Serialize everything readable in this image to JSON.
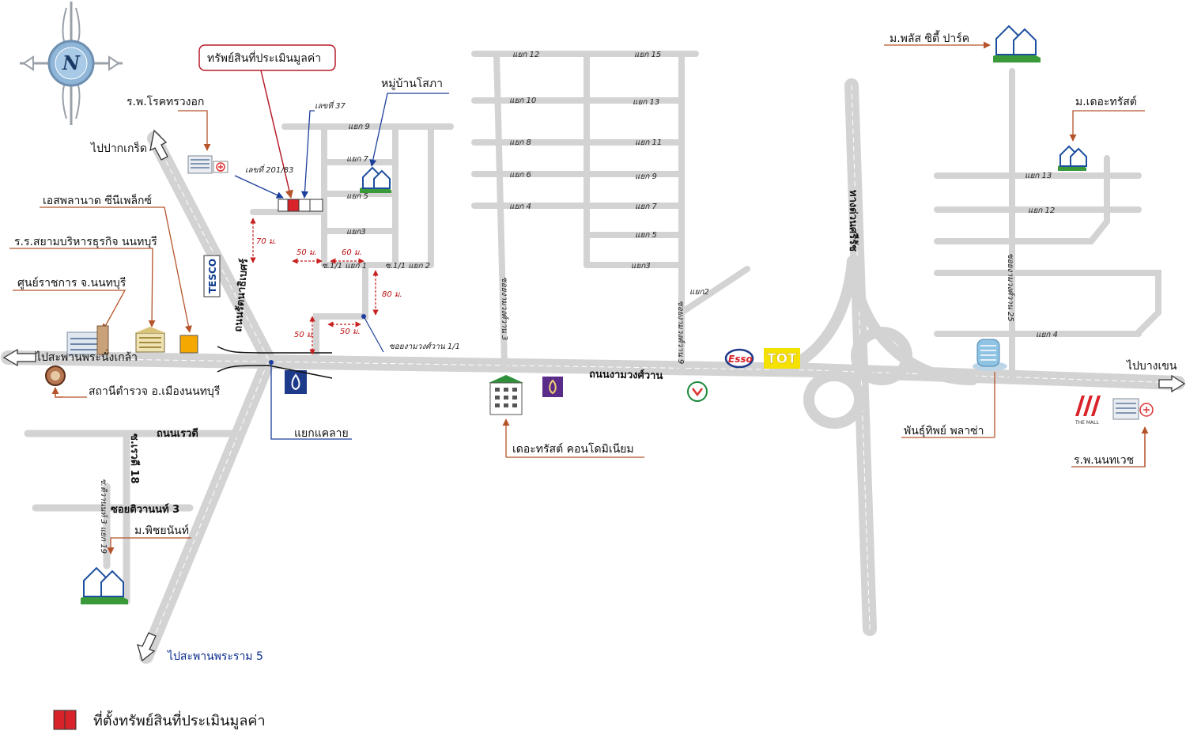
{
  "compass": {
    "letter": "N"
  },
  "subject": {
    "label": "ทรัพย์สินที่ประเมินมูลค่า",
    "house_no_37": "เลขที่ 37",
    "house_no_201": "เลขที่ 201/83"
  },
  "poi": {
    "hospital_chest": "ร.พ.โรคทรวงอก",
    "to_pakkret": "ไปปากเกร็ด",
    "splanade": "เอสพลานาด ซีนีเพล็กซ์",
    "siam_school": "ร.ร.สยามบริหารธุรกิจ นนทบุรี",
    "gov_center": "ศูนย์ราชการ จ.นนทบุรี",
    "to_phra_nangklao": "ไปสะพานพระนั่งเกล้า",
    "police": "สถานีตำรวจ อ.เมืองนนทบุรี",
    "sopha_village": "หมู่บ้านโสภา",
    "khae_lai": "แยกแคลาย",
    "trust_condo": "เดอะทรัสต์ คอนโดมิเนียม",
    "plus_city_park": "ม.พลัส ซิตี้ ปาร์ค",
    "the_trust_village": "ม.เดอะทรัสต์",
    "panthip_plaza": "พันธุ์ทิพย์ พลาซ่า",
    "to_bang_khen": "ไปบางเขน",
    "nonthavej_hospital": "ร.พ.นนทเวช",
    "phichayanan": "ม.พิชยนันท์",
    "to_rama5": "ไปสะพานพระราม 5",
    "the_mall": "THE MALL",
    "esso": "Esso",
    "tot": "TOT"
  },
  "roads": {
    "ngamwongwan": "ถนนงามวงศ์วาน",
    "rattanathibet": "ถนนรัตนาธิเบศร์",
    "rewadee": "ถนนเรวดี",
    "tiwanon3": "ซอยติวานนท์ 3",
    "rewadee18": "ซ.เรวดี 18",
    "tiwanon3_19": "ซ.ติวานนท์ 3 แยก 19",
    "expressway": "ทางด่วนศรีรัช",
    "ngamwongwan1_1": "ซอยงามวงศ์วาน 1/1",
    "soi3": "ซอยงามวงศ์วาน 3",
    "soi9": "ซอยงามวงศ์วาน 9",
    "soi25": "ซอยงามวงศ์วาน 25",
    "s11_1": "ซ.1/1 แยก 1",
    "s11_2": "ซ.1/1 แยก 2",
    "lane9": "แยก 9",
    "lane7": "แยก 7",
    "lane5": "แยก 5",
    "lane3": "แยก3",
    "b_lane12": "แยก 12",
    "b_lane10": "แยก 10",
    "b_lane8": "แยก 8",
    "b_lane6": "แยก 6",
    "b_lane4": "แยก 4",
    "c_lane15": "แยก 15",
    "c_lane13": "แยก 13",
    "c_lane11": "แยก 11",
    "c_lane9": "แยก 9",
    "c_lane7": "แยก 7",
    "c_lane5": "แยก 5",
    "c_lane3": "แยก3",
    "c_lane2": "แยก2",
    "e_lane13": "แยก 13",
    "e_lane12": "แยก 12",
    "e_lane4": "แยก 4"
  },
  "distances": {
    "d70": "70 ม.",
    "d50a": "50 ม.",
    "d60": "60 ม.",
    "d80": "80 ม.",
    "d50b": "50 ม.",
    "d50c": "50 ม."
  },
  "legend": {
    "label": "ที่ตั้งทรัพย์สินที่ประเมินมูลค่า"
  },
  "colors": {
    "road": "#d3d3d3",
    "subject": "#d8232a",
    "arrow": "#b5532a",
    "pointer_blue": "#1d3f9c",
    "dashed": "#c81e1e"
  }
}
